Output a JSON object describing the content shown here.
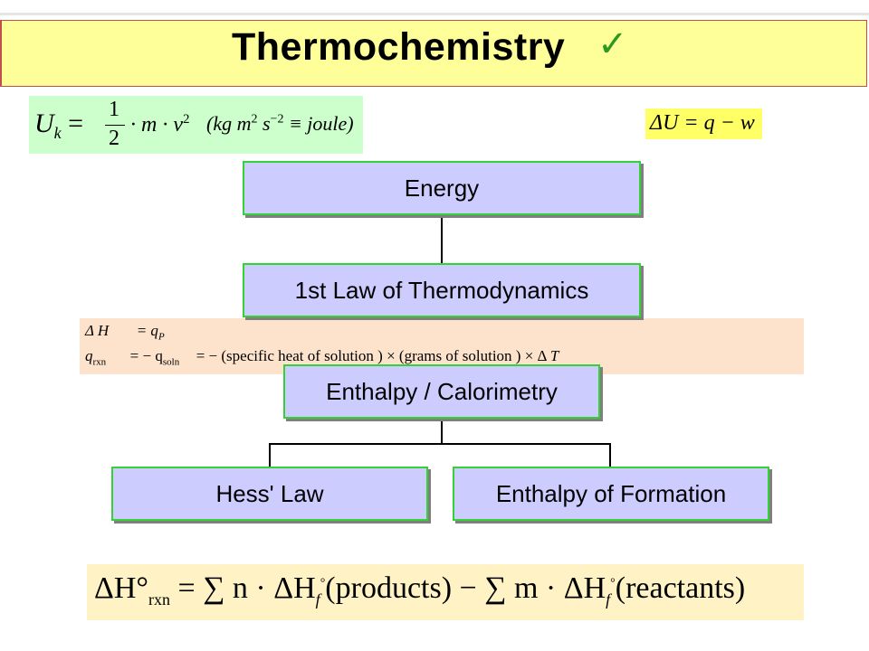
{
  "title": "Thermochemistry",
  "icons": {
    "title_check": "checkmark-icon"
  },
  "colors": {
    "title_bg": "#ffff99",
    "title_border": "#c0504d",
    "node_fill": "#ccccff",
    "node_border": "#34d234",
    "check": "#2b9a1e"
  },
  "equations": {
    "kinetic_energy": {
      "lhs": "U",
      "sub": "k",
      "numerator": "1",
      "denominator": "2",
      "body": "· m · v",
      "exp": "2",
      "units": "(kg m",
      "units_exp1": "2",
      "units_mid": " s",
      "units_exp2": "−2",
      "units_end": " ≡ joule)"
    },
    "internal_energy": "ΔU = q − w",
    "enthalpy_line1": {
      "lhs": "Δ H",
      "rhs": "= q",
      "sub": "P"
    },
    "enthalpy_line2": {
      "q": "q",
      "q_sub": "rxn",
      "eq1": "= − q",
      "soln_sub": "soln",
      "eq2": "= − (specific   heat   of   solution   ) × (grams   of   solution   ) ×  Δ",
      "T": "T"
    },
    "formation": {
      "lhs": "ΔH°",
      "lhs_sub": "rxn",
      "mid1": "= ∑ n · ΔH",
      "f1": "f",
      "deg": "°",
      "products": "(products) − ∑ m · ΔH",
      "f2": "f",
      "reactants": "(reactants)"
    }
  },
  "nodes": {
    "energy": "Energy",
    "first_law": "1st Law of Thermodynamics",
    "calorimetry": "Enthalpy / Calorimetry",
    "hess": "Hess' Law",
    "formation": "Enthalpy of Formation"
  }
}
